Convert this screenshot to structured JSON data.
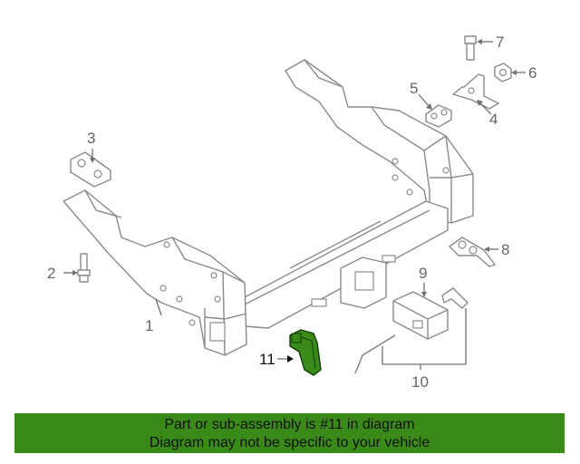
{
  "diagram": {
    "callouts": [
      {
        "id": "1",
        "label": "1"
      },
      {
        "id": "2",
        "label": "2"
      },
      {
        "id": "3",
        "label": "3"
      },
      {
        "id": "4",
        "label": "4"
      },
      {
        "id": "5",
        "label": "5"
      },
      {
        "id": "6",
        "label": "6"
      },
      {
        "id": "7",
        "label": "7"
      },
      {
        "id": "8",
        "label": "8"
      },
      {
        "id": "9",
        "label": "9"
      },
      {
        "id": "10",
        "label": "10"
      },
      {
        "id": "11",
        "label": "11"
      }
    ],
    "highlight_color": "#3a8a19",
    "highlighted_part": "11"
  },
  "banner": {
    "line1": "Part or sub-assembly is #11 in diagram",
    "line2": "Diagram may not be specific to your vehicle",
    "color": "#3a8a19"
  }
}
